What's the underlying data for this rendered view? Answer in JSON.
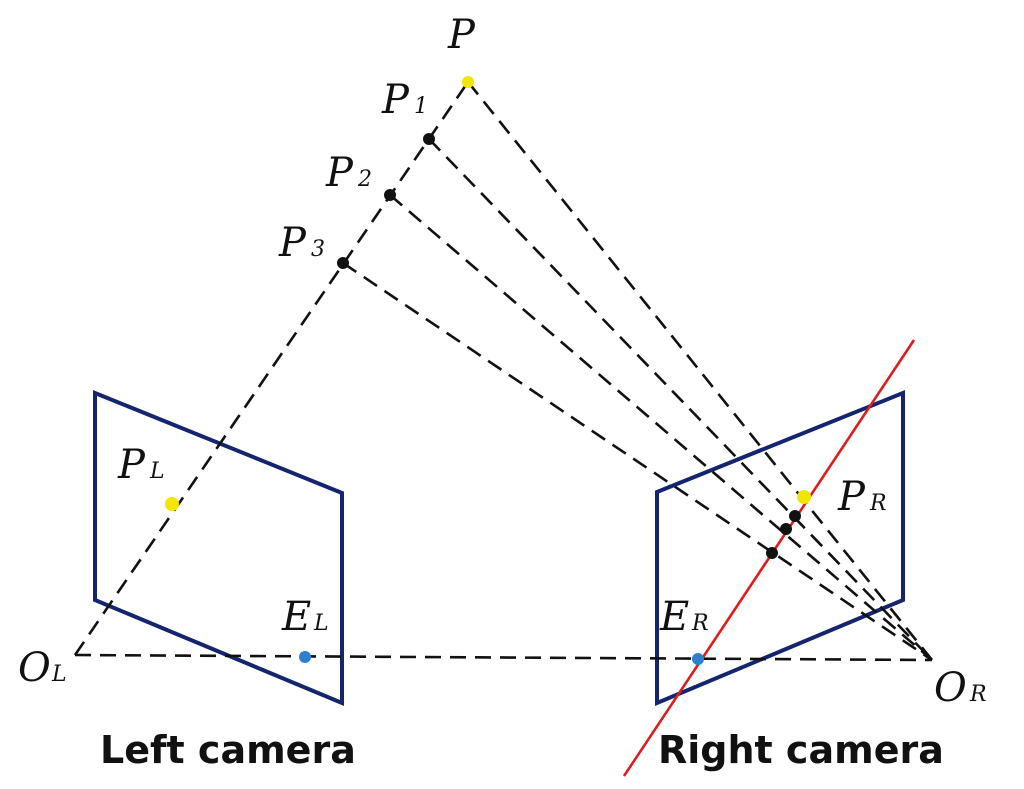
{
  "labels": {
    "P": "P",
    "P1": "P",
    "P1_sub": "1",
    "P2": "P",
    "P2_sub": "2",
    "P3": "P",
    "P3_sub": "3",
    "PL": "P",
    "PL_sub": "L",
    "PR": "P",
    "PR_sub": "R",
    "EL": "E",
    "EL_sub": "L",
    "ER": "E",
    "ER_sub": "R",
    "OL": "O",
    "OL_sub": "L",
    "OR": "O",
    "OR_sub": "R"
  },
  "captions": {
    "left": "Left camera",
    "right": "Right camera"
  },
  "colors": {
    "plane": "#14246e",
    "epipolar_line": "#e01b1b",
    "point_yellow": "#f2e600",
    "point_blue": "#2f7fd0",
    "point_black": "#111111"
  }
}
